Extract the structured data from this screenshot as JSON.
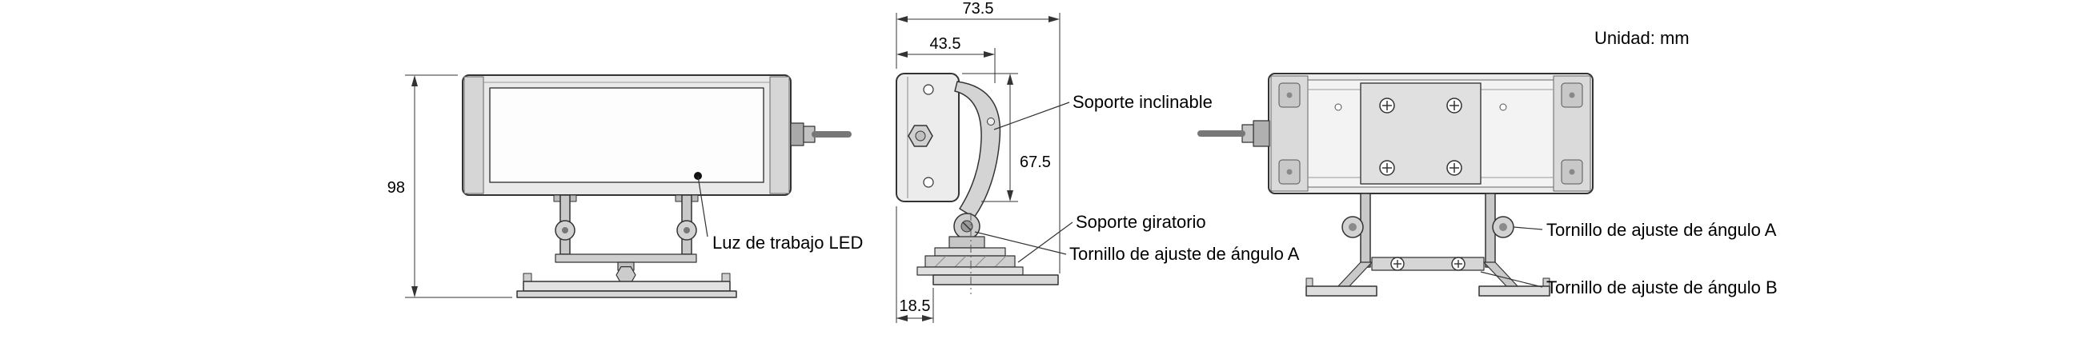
{
  "unit_note": "Unidad: mm",
  "front_view": {
    "height_dim": "98",
    "led_label": "Luz de trabajo LED"
  },
  "side_view": {
    "total_depth_dim": "73.5",
    "body_depth_dim": "43.5",
    "height_dim": "67.5",
    "base_offset_dim": "18.5",
    "tilt_bracket_label": "Soporte inclinable",
    "swivel_bracket_label": "Soporte giratorio",
    "angle_screw_a_label": "Tornillo de ajuste de ángulo A"
  },
  "rear_view": {
    "angle_screw_a_label": "Tornillo de ajuste de ángulo A",
    "angle_screw_b_label": "Tornillo de ajuste de ángulo B"
  },
  "colors": {
    "line": "#333333",
    "fill_light": "#ececec",
    "fill_mid": "#d6d6d6",
    "text": "#000000"
  }
}
